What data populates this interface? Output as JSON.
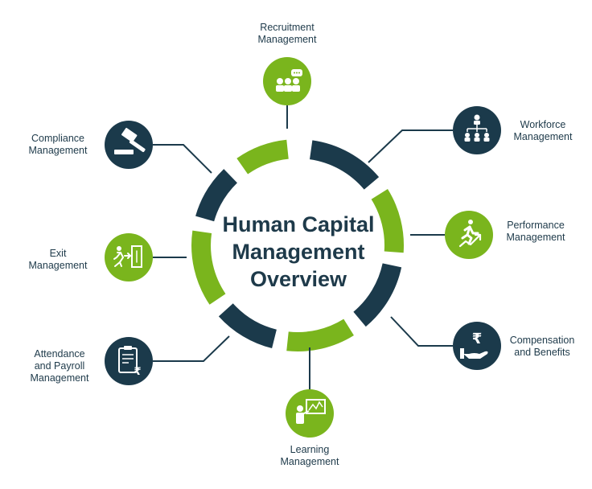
{
  "title_lines": [
    "Human Capital",
    "Management",
    "Overview"
  ],
  "colors": {
    "navy": "#1b3a4b",
    "green": "#7ab51d",
    "text": "#1e3a4a"
  },
  "nodes": [
    {
      "id": "recruitment",
      "lines": [
        "Recruitment",
        "Management"
      ],
      "color": "green",
      "icon": "people-chat-icon"
    },
    {
      "id": "workforce",
      "lines": [
        "Workforce",
        "Management"
      ],
      "color": "navy",
      "icon": "org-chart-icon"
    },
    {
      "id": "performance",
      "lines": [
        "Performance",
        "Management"
      ],
      "color": "green",
      "icon": "runner-arrow-icon"
    },
    {
      "id": "compensation",
      "lines": [
        "Compensation",
        "and Benefits"
      ],
      "color": "navy",
      "icon": "rupee-hand-icon",
      "glyph": "₹"
    },
    {
      "id": "learning",
      "lines": [
        "Learning",
        "Management"
      ],
      "color": "green",
      "icon": "presentation-board-icon"
    },
    {
      "id": "attendance",
      "lines": [
        "Attendance",
        "and Payroll",
        "Management"
      ],
      "color": "navy",
      "icon": "clipboard-rupee-icon",
      "glyph": "₹"
    },
    {
      "id": "exit",
      "lines": [
        "Exit",
        "Management"
      ],
      "color": "green",
      "icon": "exit-door-icon"
    },
    {
      "id": "compliance",
      "lines": [
        "Compliance",
        "Management"
      ],
      "color": "navy",
      "icon": "gavel-icon"
    }
  ]
}
